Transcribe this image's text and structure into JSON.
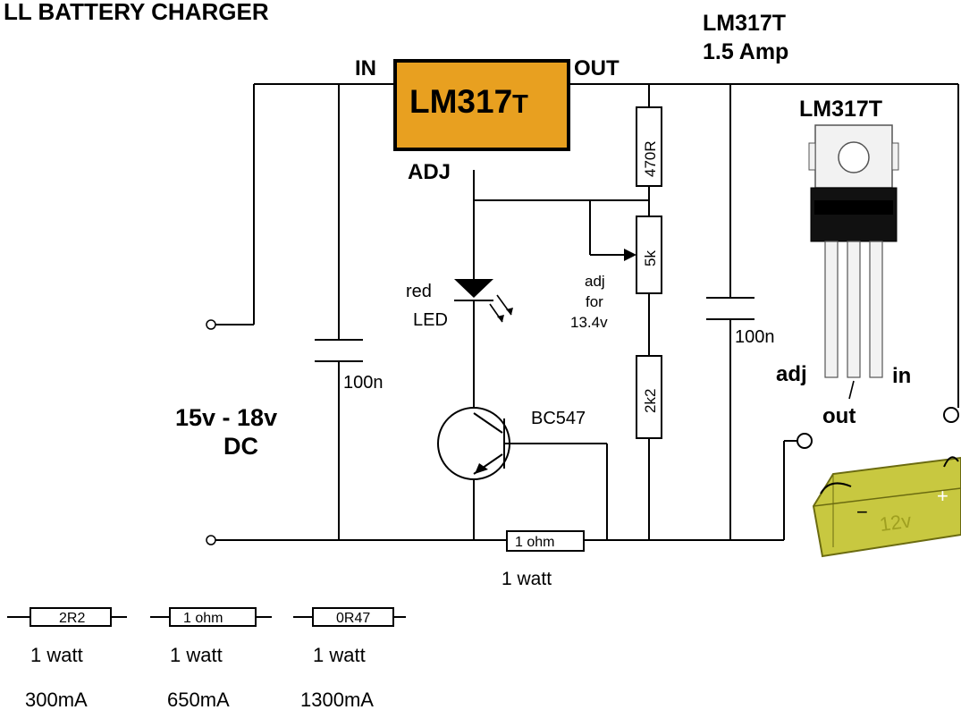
{
  "title": "LL BATTERY CHARGER",
  "regulator": {
    "label_main": "LM317",
    "label_suffix": "T",
    "pin_in": "IN",
    "pin_out": "OUT",
    "pin_adj": "ADJ",
    "color": "#e8a020"
  },
  "rating": {
    "part": "LM317T",
    "current": "1.5 Amp"
  },
  "package": {
    "label": "LM317T",
    "pin_adj": "adj",
    "pin_out": "out",
    "pin_in": "in"
  },
  "components": {
    "r_top": "470R",
    "pot": "5k",
    "r_bottom": "2k2",
    "pot_note": [
      "adj",
      "for",
      "13.4v"
    ],
    "led_label": [
      "red",
      "LED"
    ],
    "cap_left": "100n",
    "cap_right": "100n",
    "transistor": "BC547",
    "sense_resistor": "1 ohm",
    "sense_power": "1 watt"
  },
  "supply": {
    "voltage": "15v - 18v",
    "type": "DC"
  },
  "battery": {
    "label": "12v",
    "minus": "−",
    "plus": "+",
    "color": "#c8c840"
  },
  "options": [
    {
      "value": "2R2",
      "power": "1 watt",
      "current": "300mA"
    },
    {
      "value": "1 ohm",
      "power": "1 watt",
      "current": "650mA"
    },
    {
      "value": "0R47",
      "power": "1 watt",
      "current": "1300mA"
    }
  ]
}
